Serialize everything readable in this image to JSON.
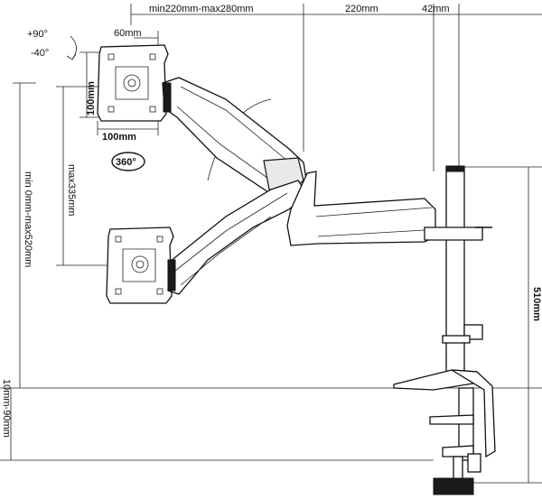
{
  "dimensions": {
    "top_reach": "min220mm-max280mm",
    "arm_length": "220mm",
    "pole_offset": "42mm",
    "vesa_offset": "60mm",
    "tilt_up": "+90°",
    "tilt_down": "-40°",
    "vesa_height": "100mm",
    "vesa_width": "100mm",
    "rotation": "360°",
    "vertical_range": "max335mm",
    "height_range": "min 0mm-max520mm",
    "pole_height": "510mm",
    "clamp_range": "10mm-90mm"
  }
}
